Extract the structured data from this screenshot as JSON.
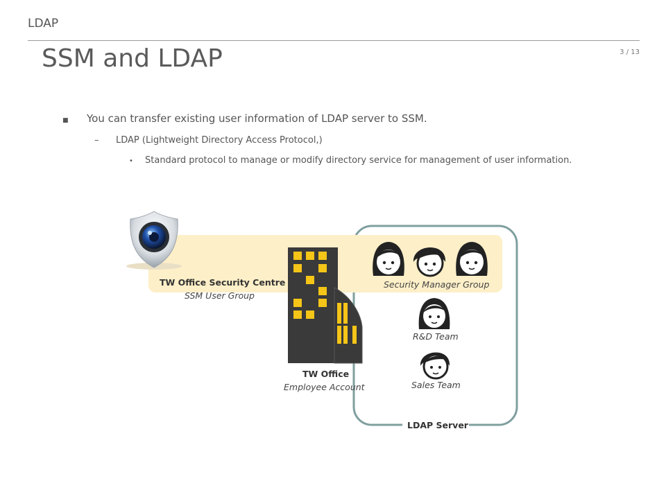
{
  "header": {
    "section": "LDAP",
    "title": "SSM and LDAP",
    "page_number": "3 / 13"
  },
  "bullets": {
    "level1": "You can transfer existing user information of LDAP server to SSM.",
    "level2": "LDAP (Lightweight Directory Access Protocol,)",
    "level3": "Standard protocol to manage or modify directory service for management of user information."
  },
  "diagram": {
    "ssm_title": "TW Office Security Centre",
    "ssm_subtitle": "SSM User Group",
    "security_group": "Security Manager Group",
    "rnd_team": "R&D Team",
    "sales_team": "Sales Team",
    "office_title": "TW Office",
    "office_subtitle": "Employee Account",
    "ldap_server": "LDAP Server",
    "colors": {
      "band": "#fdefc8",
      "building": "#3a3a3a",
      "window": "#f5c518",
      "frame": "#7f9f9f"
    }
  }
}
